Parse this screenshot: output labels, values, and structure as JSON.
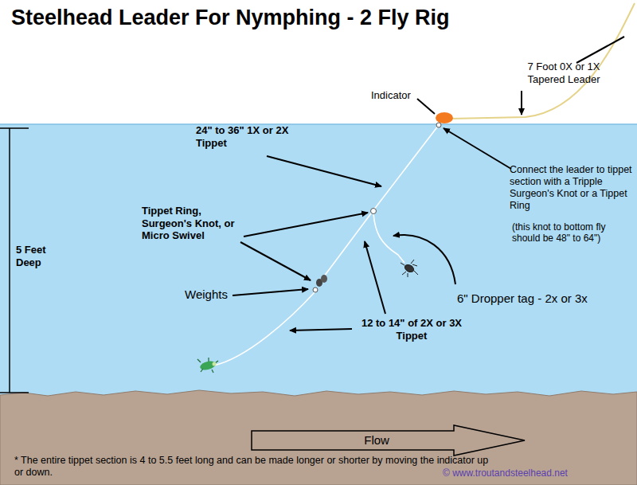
{
  "diagram": {
    "title": "Steelhead Leader For Nymphing - 2 Fly Rig",
    "nodes": [
      {
        "text": [
          "Flow"
        ]
      }
    ],
    "labels": [
      "Indicator",
      "7 Foot 0X or 1X Tapered Leader",
      "24\" to 36\" 1X or 2X Tippet",
      "Connect the leader to tippet section with a Tripple Surgeon's Knot or a Tippet Ring",
      "(this knot to bottom fly should be 48\" to 64\")",
      "Tippet Ring, Surgeon's Knot, or Micro Swivel",
      "5 Feet Deep",
      "Weights",
      "6\" Dropper tag - 2x or 3x",
      "12 to 14\" of 2X or 3X Tippet",
      "* The entire tippet section is 4 to 5.5 feet long and can be made longer or shorter by moving the indicator up or down.",
      "© www.troutandsteelhead.net"
    ]
  }
}
